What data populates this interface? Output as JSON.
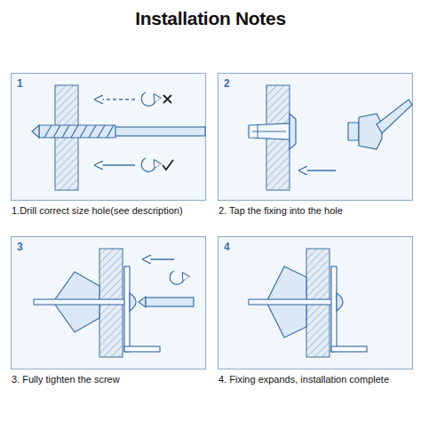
{
  "diagram": {
    "title": "Installation Notes",
    "nodes": [
      {
        "text": [
          "1",
          "1.Drill correct size hole(see description)"
        ]
      },
      {
        "text": [
          "2",
          "2. Tap the fixing into the hole"
        ]
      },
      {
        "text": [
          "3",
          "3. Fully tighten the screw"
        ]
      },
      {
        "text": [
          "4",
          "4. Fixing expands, installation complete"
        ]
      }
    ]
  }
}
